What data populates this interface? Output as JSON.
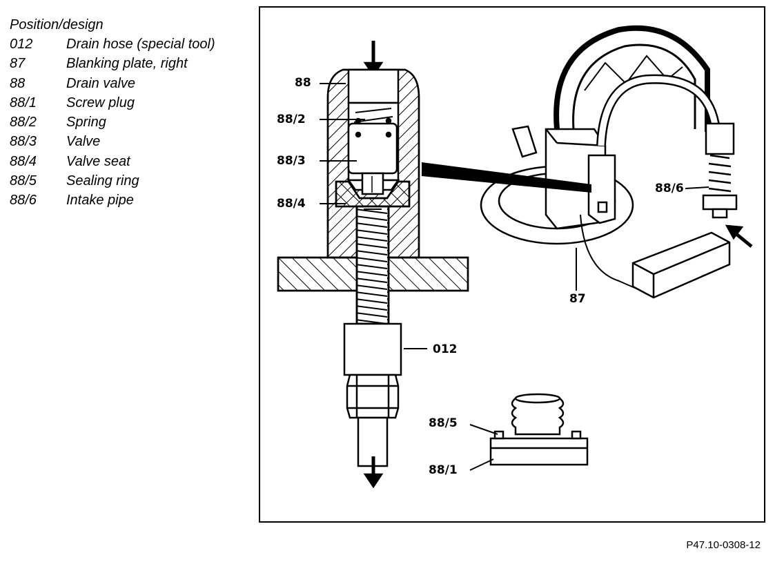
{
  "legend": {
    "heading": "Position/design",
    "items": [
      {
        "code": "012",
        "text": "Drain hose (special tool)"
      },
      {
        "code": "87",
        "text": "Blanking plate, right"
      },
      {
        "code": "88",
        "text": "Drain valve"
      },
      {
        "code": "88/1",
        "text": "Screw plug"
      },
      {
        "code": "88/2",
        "text": "Spring"
      },
      {
        "code": "88/3",
        "text": "Valve"
      },
      {
        "code": "88/4",
        "text": "Valve seat"
      },
      {
        "code": "88/5",
        "text": "Sealing ring"
      },
      {
        "code": "88/6",
        "text": "Intake pipe"
      }
    ]
  },
  "callouts": {
    "c88": "88",
    "c88_2": "88/2",
    "c88_3": "88/3",
    "c88_4": "88/4",
    "c012": "012",
    "c88_5": "88/5",
    "c88_1": "88/1",
    "c88_6": "88/6",
    "c87": "87"
  },
  "reference": "P47.10-0308-12"
}
